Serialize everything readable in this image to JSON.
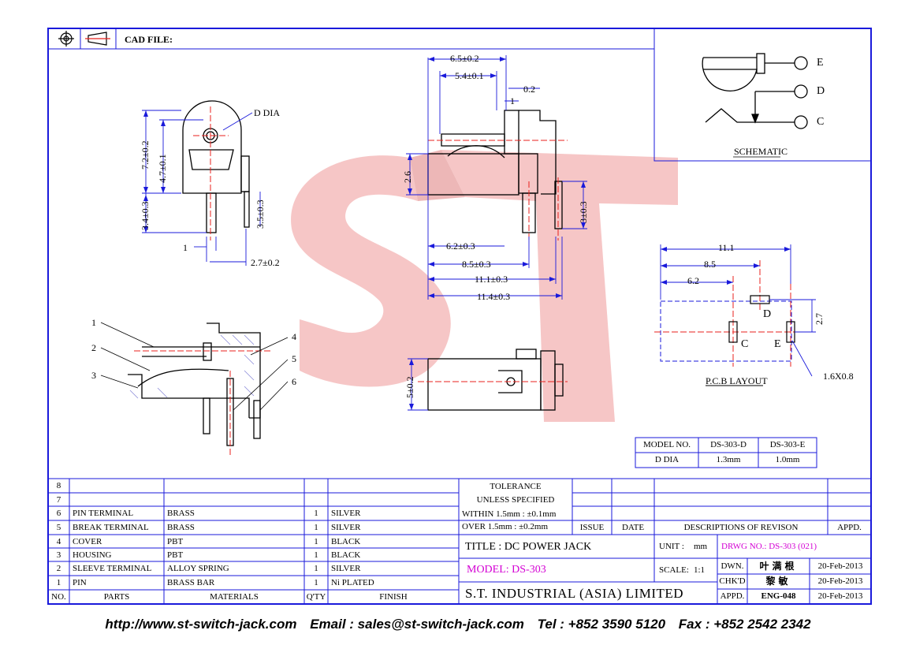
{
  "title_block": {
    "cad_file_label": "CAD FILE:",
    "tolerance_title": "TOLERANCE",
    "tolerance_subtitle": "UNLESS   SPECIFIED",
    "tol_within": "WITHIN  1.5mm : ±0.1mm",
    "tol_over": "OVER    1.5mm : ±0.2mm",
    "issue": "ISSUE",
    "date": "DATE",
    "descriptions": "DESCRIPTIONS  OF  REVISON",
    "appd": "APPD.",
    "title": "TITLE : DC POWER JACK",
    "unit_label": "UNIT :",
    "unit_value": "mm",
    "drwg_no": "DRWG NO.: DS-303 (021)",
    "model": "MODEL: DS-303",
    "scale_label": "SCALE:",
    "scale_value": "1:1",
    "company": "S.T.  INDUSTRIAL  (ASIA)  LIMITED",
    "dwn_label": "DWN.",
    "dwn_name": "叶满根",
    "dwn_date": "20-Feb-2013",
    "chkd_label": "CHK'D",
    "chkd_name": "黎敏",
    "chkd_date": "20-Feb-2013",
    "appd_label": "APPD.",
    "appd_name": "ENG-048",
    "appd_date": "20-Feb-2013"
  },
  "parts_header": {
    "no": "NO.",
    "parts": "PARTS",
    "materials": "MATERIALS",
    "qty": "Q'TY",
    "finish": "FINISH"
  },
  "parts": [
    {
      "no": "8",
      "part": "",
      "material": "",
      "qty": "",
      "finish": ""
    },
    {
      "no": "7",
      "part": "",
      "material": "",
      "qty": "",
      "finish": ""
    },
    {
      "no": "6",
      "part": "PIN TERMINAL",
      "material": "BRASS",
      "qty": "1",
      "finish": "SILVER"
    },
    {
      "no": "5",
      "part": "BREAK TERMINAL",
      "material": "BRASS",
      "qty": "1",
      "finish": "SILVER"
    },
    {
      "no": "4",
      "part": "COVER",
      "material": "PBT",
      "qty": "1",
      "finish": "BLACK"
    },
    {
      "no": "3",
      "part": "HOUSING",
      "material": "PBT",
      "qty": "1",
      "finish": "BLACK"
    },
    {
      "no": "2",
      "part": "SLEEVE TERMINAL",
      "material": "ALLOY SPRING",
      "qty": "1",
      "finish": "SILVER"
    },
    {
      "no": "1",
      "part": "PIN",
      "material": "BRASS BAR",
      "qty": "1",
      "finish": "Ni PLATED"
    }
  ],
  "model_table": {
    "h1": "MODEL NO.",
    "h2": "DS-303-D",
    "h3": "DS-303-E",
    "r1": "D DIA",
    "r2": "1.3mm",
    "r3": "1.0mm"
  },
  "watermark": "ST",
  "schematic": {
    "title": "SCHEMATIC",
    "e": "E",
    "d": "D",
    "c": "C"
  },
  "pcb": {
    "title": "P.C.B LAYOUT",
    "d111": "11.1",
    "d85": "8.5",
    "d62": "6.2",
    "d27": "2.7",
    "hole": "1.6X0.8",
    "d": "D",
    "c": "C",
    "e": "E"
  },
  "dims": {
    "d_dia": "D DIA",
    "v72": "7.2±0.2",
    "v47": "4.7±0.1",
    "v34": "3.4±0.3",
    "v35": "3.5±0.3",
    "h1": "1",
    "h27": "2.7±0.2",
    "t65": "6.5±0.2",
    "t54": "5.4±0.1",
    "t02": "0.2",
    "t1": "1",
    "t26": "2.6",
    "t62": "6.2±0.3",
    "t85": "8.5±0.3",
    "t111": "11.1±0.3",
    "t114": "11.4±0.3",
    "t3": "3±0.3",
    "b5": "5±0.2"
  },
  "callouts": [
    "1",
    "2",
    "3",
    "4",
    "5",
    "6"
  ],
  "footer": {
    "url": "http://www.st-switch-jack.com",
    "email": "Email : sales@st-switch-jack.com",
    "tel": "Tel : +852 3590 5120",
    "fax": "Fax : +852 2542 2342"
  },
  "colors": {
    "frame": "#1a1adb",
    "dim": "#1a1adb",
    "center": "#e8201c",
    "watermark": "#f3b3b3"
  }
}
